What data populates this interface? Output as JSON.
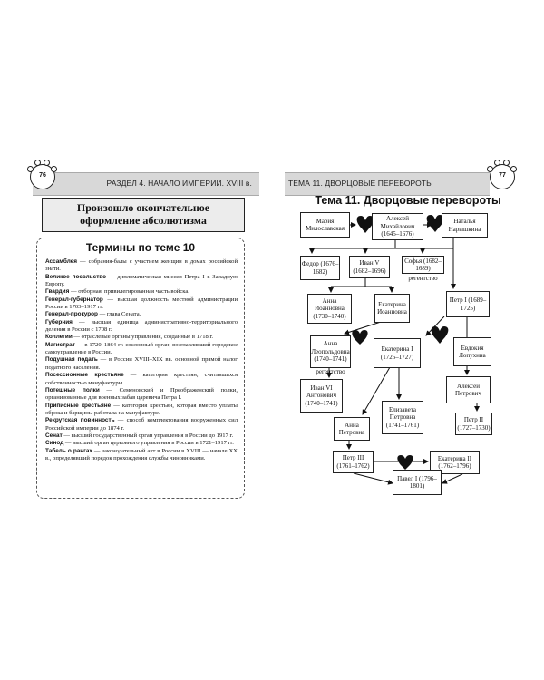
{
  "header": {
    "left_page_number": "76",
    "left_running_head": "РАЗДЕЛ 4. НАЧАЛО ИМПЕРИИ. XVIII в.",
    "right_running_head": "ТЕМА 11. ДВОРЦОВЫЕ ПЕРЕВОРОТЫ",
    "right_page_number": "77"
  },
  "left": {
    "title_line1": "Произошло окончательное",
    "title_line2": "оформление абсолютизма",
    "terms_title": "Термины по теме 10",
    "terms": [
      {
        "term": "Ассамблея",
        "def": " — собрания-балы с участием женщин в домах российской знати."
      },
      {
        "term": "Великое посольство",
        "def": " — дипломатическая миссия Петра I в Западную Европу."
      },
      {
        "term": "Гвардия",
        "def": " — отборная, привилегированная часть войска."
      },
      {
        "term": "Генерал-губернатор",
        "def": " — высшая должность местной администрации России в 1703–1917 гг."
      },
      {
        "term": "Генерал-прокурор",
        "def": " — глава Сената."
      },
      {
        "term": "Губерния",
        "def": " — высшая единица административно-территориального деления в России с 1708 г."
      },
      {
        "term": "Коллегии",
        "def": " — отраслевые органы управления, созданные в 1718 г."
      },
      {
        "term": "Магистрат",
        "def": " — в 1720–1864 гг. сословный орган, возглавлявший городское самоуправление в России."
      },
      {
        "term": "Подушная подать",
        "def": " — в России XVIII–XIX вв. основной прямой налог податного населения."
      },
      {
        "term": "Посессионные крестьяне",
        "def": " — категория крестьян, считавшихся собственностью мануфактуры."
      },
      {
        "term": "Потешные полки",
        "def": " — Семеновский и Преображенский полки, организованные для военных забав царевича Петра I."
      },
      {
        "term": "Приписные крестьяне",
        "def": " — категория крестьян, которая вместо уплаты оброка и барщины работала на мануфактуре."
      },
      {
        "term": "Рекрутская повинность",
        "def": " — способ комплектования вооруженных сил Российской империи до 1874 г."
      },
      {
        "term": "Сенат",
        "def": " — высший государственный орган управления в России до 1917 г."
      },
      {
        "term": "Синод",
        "def": " — высший орган церковного управления в России в 1721–1917 гг."
      },
      {
        "term": "Табель о рангах",
        "def": " — законодательный акт в России в XVIII — начале XX в., определявший порядок прохождения службы чиновниками."
      }
    ]
  },
  "right": {
    "title": "Тема 11. Дворцовые перевороты",
    "persons": {
      "mariya": "Мария Милославская",
      "aleksey_m": "Алексей Михайлович (1645–1676)",
      "natalya": "Наталья Нарышкина",
      "fedor": "Федор (1676–1682)",
      "ivan5": "Иван V (1682–1696)",
      "sofya": "Софья (1682–1689)",
      "sofya_note": "регентство",
      "anna_i": "Анна Иоанновна (1730–1740)",
      "ekaterina_i": "Екатерина Иоанновна",
      "petr1": "Петр I (1689–1725)",
      "anna_l": "Анна Леопольдовна (1740–1741)",
      "anna_l_note": "регентство",
      "ekaterina1": "Екатерина I (1725–1727)",
      "evdokiya": "Евдокия Лопухина",
      "aleksey_p": "Алексей Петрович",
      "ivan6": "Иван VI Антонович (1740–1741)",
      "anna_p": "Анна Петровна",
      "elizaveta": "Елизавета Петровна (1741–1761)",
      "petr2": "Петр II (1727–1730)",
      "petr3": "Петр III (1761–1762)",
      "ekaterina2": "Екатерина II (1762–1796)",
      "pavel": "Павел I (1796–1801)"
    }
  }
}
